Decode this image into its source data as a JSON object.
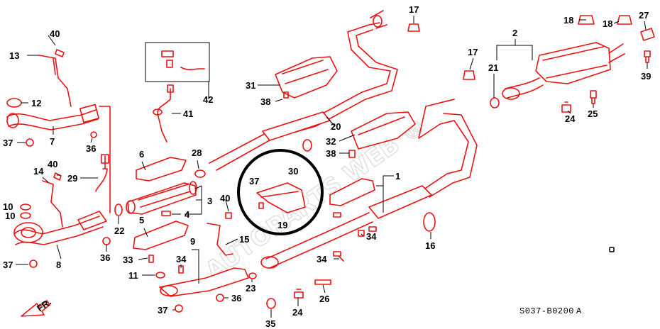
{
  "diagram": {
    "labels": [
      {
        "id": "p40a",
        "text": "40"
      },
      {
        "id": "p13",
        "text": "13"
      },
      {
        "id": "p12",
        "text": "12"
      },
      {
        "id": "p37a",
        "text": "37"
      },
      {
        "id": "p7",
        "text": "7"
      },
      {
        "id": "p36a",
        "text": "36"
      },
      {
        "id": "p14",
        "text": "14"
      },
      {
        "id": "p40b",
        "text": "40"
      },
      {
        "id": "p29",
        "text": "29"
      },
      {
        "id": "p10a",
        "text": "10"
      },
      {
        "id": "p10b",
        "text": "10"
      },
      {
        "id": "p37b",
        "text": "37"
      },
      {
        "id": "p8",
        "text": "8"
      },
      {
        "id": "p36b",
        "text": "36"
      },
      {
        "id": "p22",
        "text": "22"
      },
      {
        "id": "p42",
        "text": "42"
      },
      {
        "id": "p41",
        "text": "41"
      },
      {
        "id": "p6",
        "text": "6"
      },
      {
        "id": "p28",
        "text": "28"
      },
      {
        "id": "p3",
        "text": "3"
      },
      {
        "id": "p4",
        "text": "4"
      },
      {
        "id": "p5",
        "text": "5"
      },
      {
        "id": "p9",
        "text": "9"
      },
      {
        "id": "p33",
        "text": "33"
      },
      {
        "id": "p34a",
        "text": "34"
      },
      {
        "id": "p11",
        "text": "11"
      },
      {
        "id": "p37c",
        "text": "37"
      },
      {
        "id": "p36c",
        "text": "36"
      },
      {
        "id": "p23",
        "text": "23"
      },
      {
        "id": "p31",
        "text": "31"
      },
      {
        "id": "p38a",
        "text": "38"
      },
      {
        "id": "p20",
        "text": "20"
      },
      {
        "id": "p32",
        "text": "32"
      },
      {
        "id": "p38b",
        "text": "38"
      },
      {
        "id": "p40c",
        "text": "40"
      },
      {
        "id": "p15",
        "text": "15"
      },
      {
        "id": "p37d",
        "text": "37"
      },
      {
        "id": "p30",
        "text": "30"
      },
      {
        "id": "p19",
        "text": "19"
      },
      {
        "id": "p1",
        "text": "1"
      },
      {
        "id": "p34b",
        "text": "34"
      },
      {
        "id": "p34c",
        "text": "34"
      },
      {
        "id": "p35",
        "text": "35"
      },
      {
        "id": "p24a",
        "text": "24"
      },
      {
        "id": "p26",
        "text": "26"
      },
      {
        "id": "p17a",
        "text": "17"
      },
      {
        "id": "p17b",
        "text": "17"
      },
      {
        "id": "p21",
        "text": "21"
      },
      {
        "id": "p16",
        "text": "16"
      },
      {
        "id": "p2",
        "text": "2"
      },
      {
        "id": "p18a",
        "text": "18"
      },
      {
        "id": "p18b",
        "text": "18"
      },
      {
        "id": "p27",
        "text": "27"
      },
      {
        "id": "p39",
        "text": "39"
      },
      {
        "id": "p25",
        "text": "25"
      },
      {
        "id": "p24b",
        "text": "24"
      }
    ],
    "direction_label": "FR.",
    "diagram_code": "S037-B0200",
    "diagram_code_suffix": "A",
    "watermark": "AUTOPARTS WEB ®",
    "colors": {
      "parts": "#ee1111",
      "labels": "#000000",
      "highlight": "#000000"
    }
  }
}
